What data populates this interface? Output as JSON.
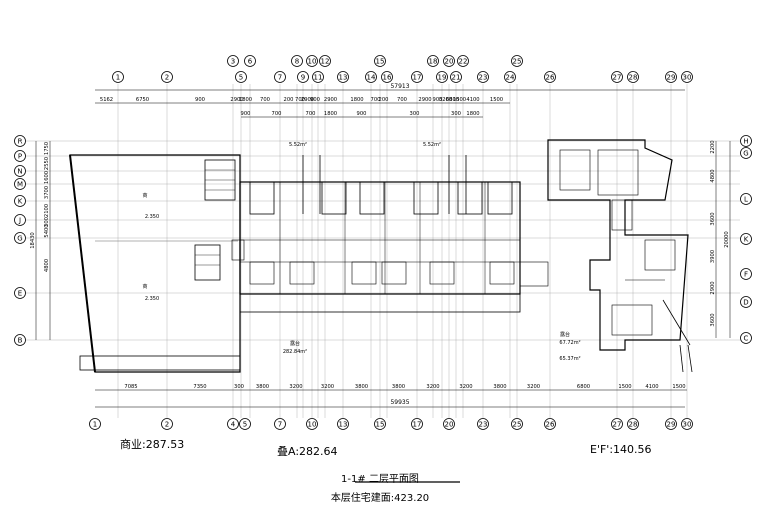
{
  "drawing": {
    "overall_top_dim": "57913",
    "overall_bottom_dim": "59935",
    "title": "1-1# 二层平面图",
    "subtitle": "本层住宅建面:423.20",
    "area_notes": {
      "commercial": "商业:287.53",
      "unit_a": "叠A:282.64",
      "unit_ef": "E'F':140.56"
    }
  },
  "axes": {
    "top_row1": [
      "3",
      "6",
      "8",
      "10",
      "12",
      "15",
      "18",
      "20",
      "22",
      "25"
    ],
    "top_row2": [
      "1",
      "2",
      "5",
      "7",
      "9",
      "11",
      "13",
      "14",
      "16",
      "17",
      "19",
      "21",
      "23",
      "24",
      "26",
      "27",
      "28",
      "29",
      "30"
    ],
    "bottom": [
      "1",
      "2",
      "4",
      "5",
      "7",
      "10",
      "13",
      "15",
      "17",
      "20",
      "23",
      "25",
      "26",
      "27",
      "28",
      "29",
      "30"
    ],
    "left": [
      "R",
      "P",
      "N",
      "M",
      "K",
      "J",
      "G",
      "E",
      "B"
    ],
    "right": [
      "H",
      "G",
      "L",
      "K",
      "F",
      "D",
      "C"
    ]
  },
  "dimensions": {
    "top_row1": [
      "5162",
      "6750",
      "900",
      "2900",
      "1800",
      "700",
      "200",
      "700",
      "2900",
      "900",
      "2900",
      "1800",
      "700",
      "200",
      "700",
      "2900",
      "900",
      "3200",
      "6800",
      "1500",
      "4100",
      "1500"
    ],
    "top_row2": [
      "900",
      "700",
      "700",
      "1800",
      "900",
      "300",
      "300",
      "1800"
    ],
    "bottom": [
      "7085",
      "7350",
      "300",
      "3800",
      "3200",
      "3200",
      "3800",
      "3800",
      "3200",
      "3200",
      "3800",
      "3200",
      "6800",
      "1500",
      "4100",
      "1500"
    ],
    "left": [
      "1750",
      "2550",
      "1600",
      "3700",
      "2100",
      "300",
      "5400",
      "4800",
      "18430"
    ],
    "right": [
      "2200",
      "4800",
      "3600",
      "3900",
      "2900",
      "3600",
      "20000"
    ]
  },
  "room_labels": {
    "commercial_upper": "商",
    "commercial_lower": "商",
    "level_upper": "2.350",
    "level_lower": "2.350",
    "top_void_1": "5.52m²",
    "top_void_2": "5.52m²",
    "bottom_void": "282.84m²",
    "bottom_void_title": "露台",
    "right_area_1": "67.72m²",
    "right_area_2": "65.37m²",
    "right_title": "露台"
  }
}
